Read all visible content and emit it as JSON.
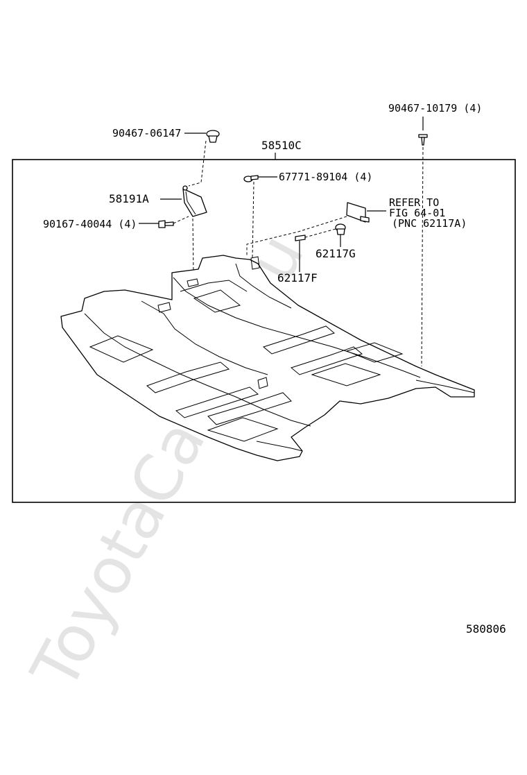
{
  "labels": {
    "frame_part": "58510C",
    "bolt_right": "90467-10179 (4)",
    "clip_top": "90467-06147",
    "clip_group": "67771-89104 (4)",
    "bracket": "58191A",
    "screw": "90167-40044 (4)",
    "refer_line1": "REFER TO",
    "refer_line2": "FIG 64-01",
    "refer_line3": "(PNC 62117A)",
    "grommet": "62117G",
    "pin": "62117F",
    "figure_code": "580806"
  },
  "watermark": "ToyotaCarine.ru"
}
